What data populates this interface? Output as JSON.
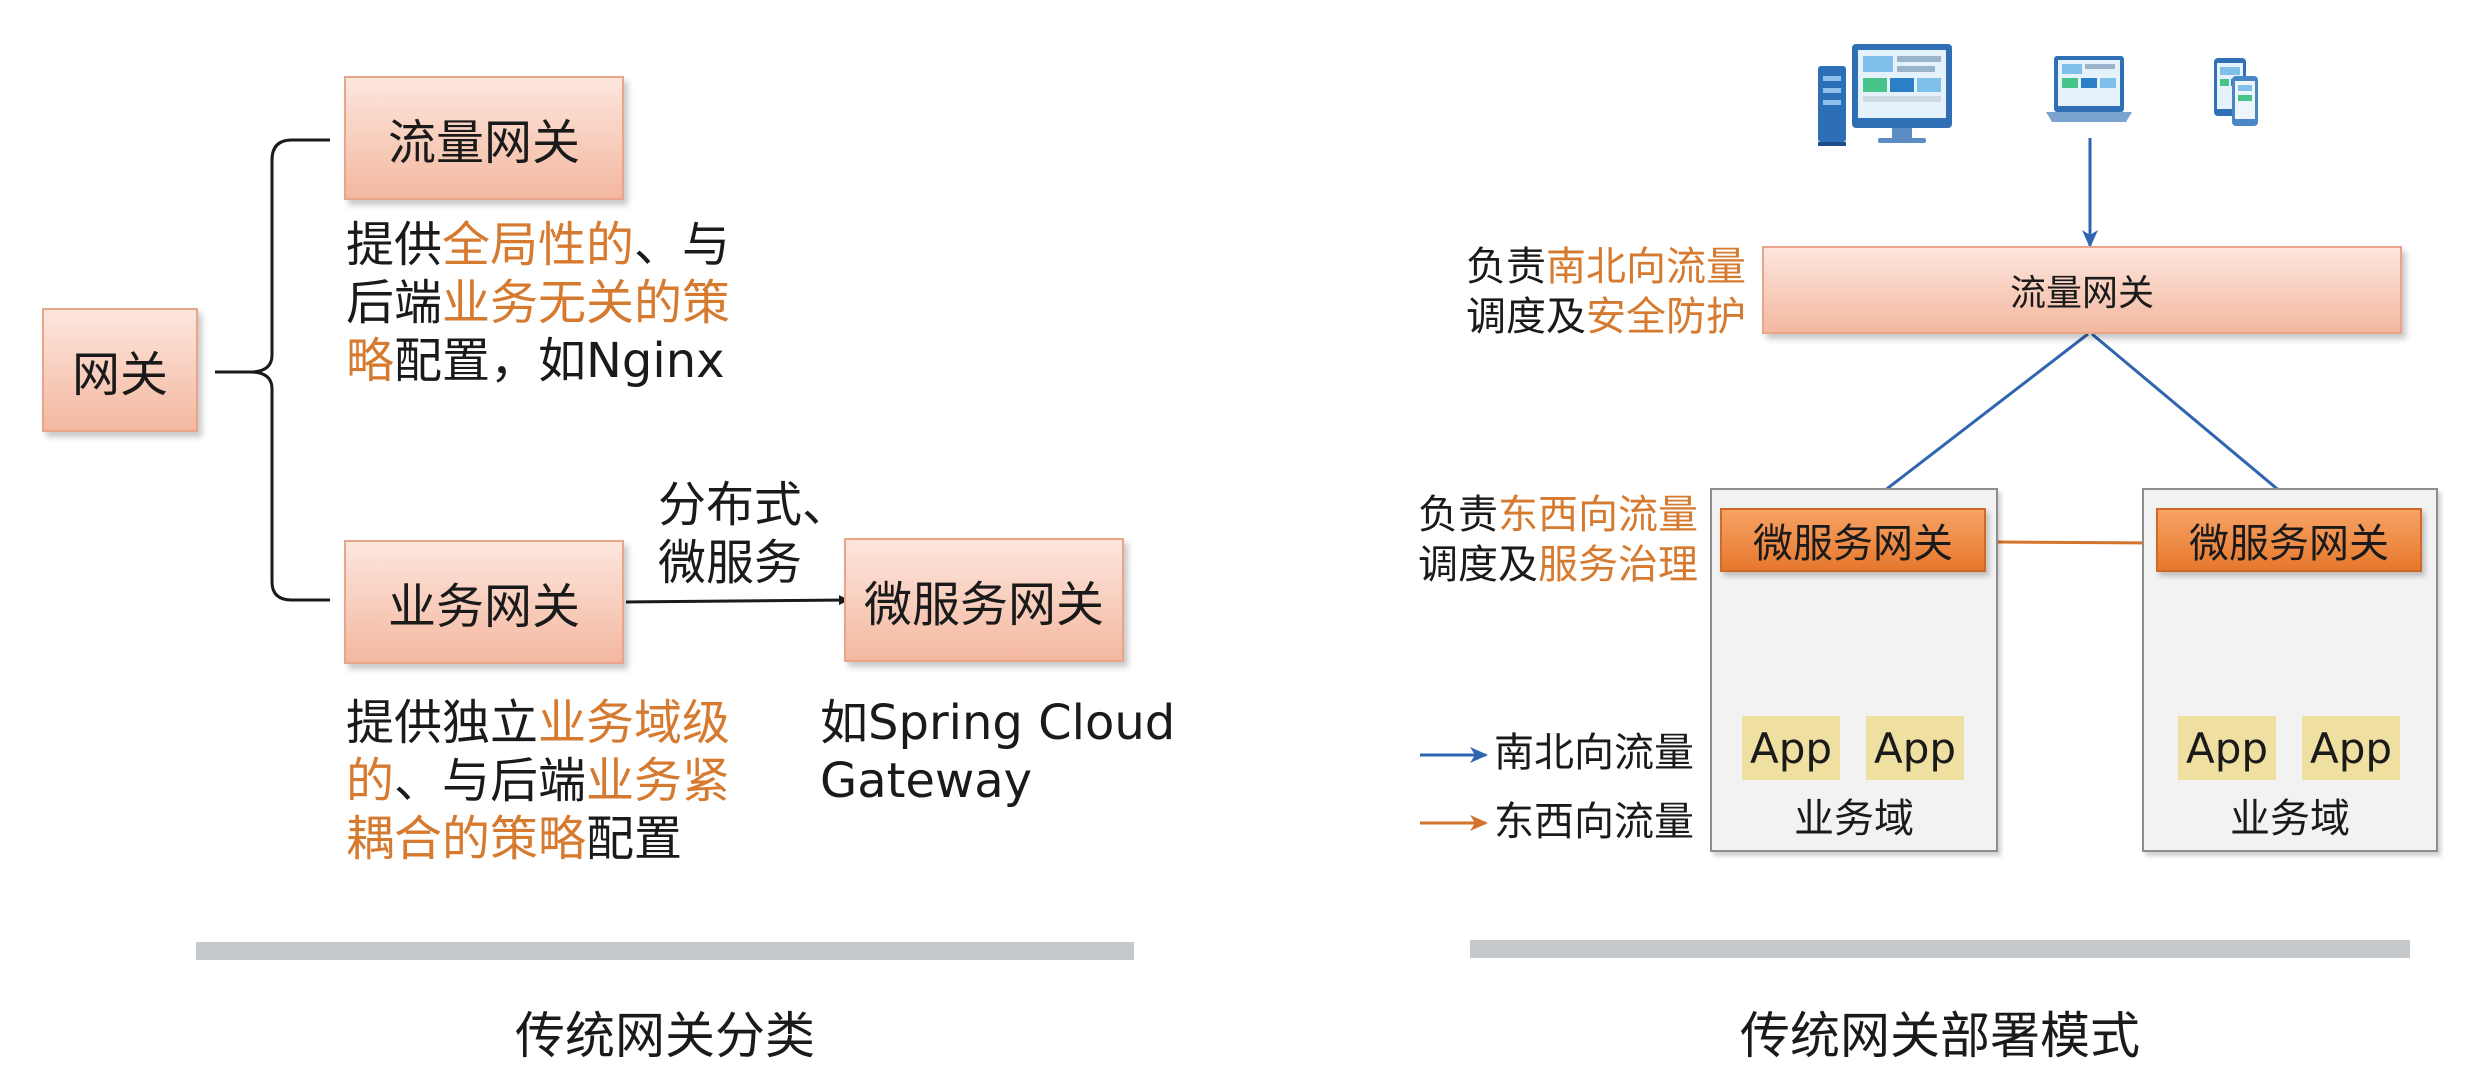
{
  "left": {
    "root": "网关",
    "traffic_gateway": "流量网关",
    "traffic_desc": [
      [
        {
          "t": "提供",
          "hl": false
        },
        {
          "t": "全局性的",
          "hl": true
        },
        {
          "t": "、与",
          "hl": false
        }
      ],
      [
        {
          "t": "后端",
          "hl": false
        },
        {
          "t": "业务无关的策",
          "hl": true
        }
      ],
      [
        {
          "t": "略",
          "hl": true
        },
        {
          "t": "配置，如Nginx",
          "hl": false
        }
      ]
    ],
    "business_gateway": "业务网关",
    "edge_label_1": "分布式、",
    "edge_label_2": "微服务",
    "micro_gateway": "微服务网关",
    "business_desc": [
      [
        {
          "t": "提供独立",
          "hl": false
        },
        {
          "t": "业务域级",
          "hl": true
        }
      ],
      [
        {
          "t": "的",
          "hl": true
        },
        {
          "t": "、与后端",
          "hl": false
        },
        {
          "t": "业务紧",
          "hl": true
        }
      ],
      [
        {
          "t": "耦合的策略",
          "hl": true
        },
        {
          "t": "配置",
          "hl": false
        }
      ]
    ],
    "micro_example_1": "如Spring Cloud",
    "micro_example_2": "Gateway",
    "caption": "传统网关分类"
  },
  "right": {
    "traffic_gateway": "流量网关",
    "ns_desc": [
      [
        {
          "t": "负责",
          "hl": false
        },
        {
          "t": "南北向流量",
          "hl": true
        }
      ],
      [
        {
          "t": "调度及",
          "hl": false
        },
        {
          "t": "安全防护",
          "hl": true
        }
      ]
    ],
    "ew_desc": [
      [
        {
          "t": "负责",
          "hl": false
        },
        {
          "t": "东西向流量",
          "hl": true
        }
      ],
      [
        {
          "t": "调度及",
          "hl": false
        },
        {
          "t": "服务治理",
          "hl": true
        }
      ]
    ],
    "micro_gateway_left": "微服务网关",
    "micro_gateway_right": "微服务网关",
    "app_labels": [
      "App",
      "App",
      "App",
      "App"
    ],
    "domain_left": "业务域",
    "domain_right": "业务域",
    "legend_ns": "南北向流量",
    "legend_ew": "东西向流量",
    "caption": "传统网关部署模式"
  },
  "colors": {
    "highlight": "#d67a30",
    "ns_arrow": "#2f65b0",
    "ew_arrow": "#d3732c",
    "peach_fill": "#f6c1ab",
    "orange_fill": "#ec8540",
    "app_fill": "#efe0a2",
    "domain_fill": "#f2f2f3",
    "bar": "#c6c9cc"
  },
  "icons": [
    "server-tower-icon",
    "desktop-monitor-icon",
    "laptop-icon",
    "mobile-devices-icon"
  ]
}
